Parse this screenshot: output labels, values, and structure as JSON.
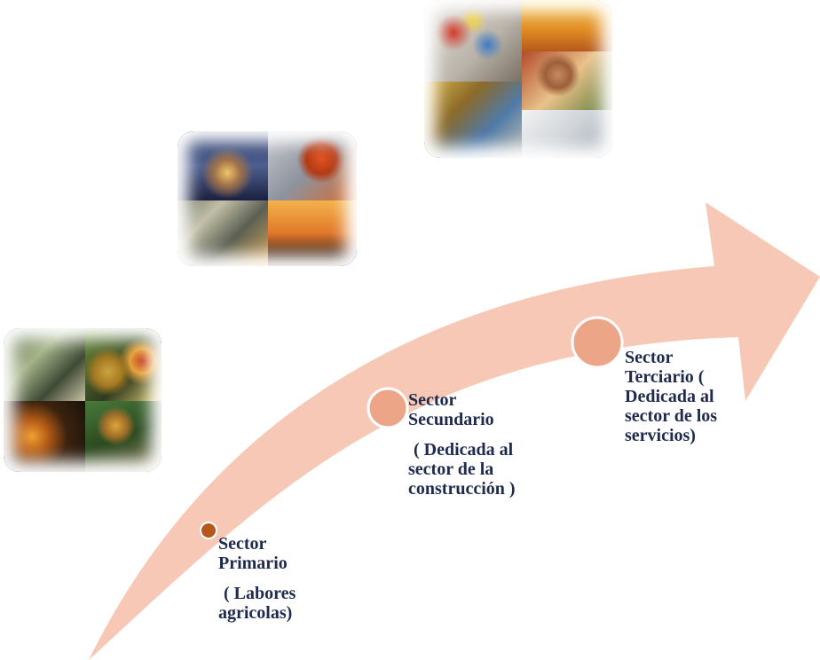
{
  "stages": [
    {
      "title_line1": "Sector",
      "title_line2": "Primario",
      "desc_line1": "( Labores",
      "desc_line2": "agricolas)"
    },
    {
      "title_line1": "Sector",
      "title_line2": "Secundario",
      "desc_line1": "( Dedicada al",
      "desc_line2": "sector de la",
      "desc_line3": "construcción )"
    },
    {
      "title_line1": "Sector",
      "title_line2": "Terciario (",
      "desc_line1": "Dedicada al",
      "desc_line2": "sector de los",
      "desc_line3": "servicios)"
    }
  ],
  "colors": {
    "arrow": "#f6c8b5",
    "marker_primary": "#b4581c",
    "marker_secondary": "#eda587",
    "marker_tertiary": "#eda587",
    "text": "#1f2a4d"
  },
  "images": [
    {
      "name": "primary-sector-photo-collage"
    },
    {
      "name": "secondary-sector-photo-collage"
    },
    {
      "name": "tertiary-sector-photo-collage"
    }
  ]
}
